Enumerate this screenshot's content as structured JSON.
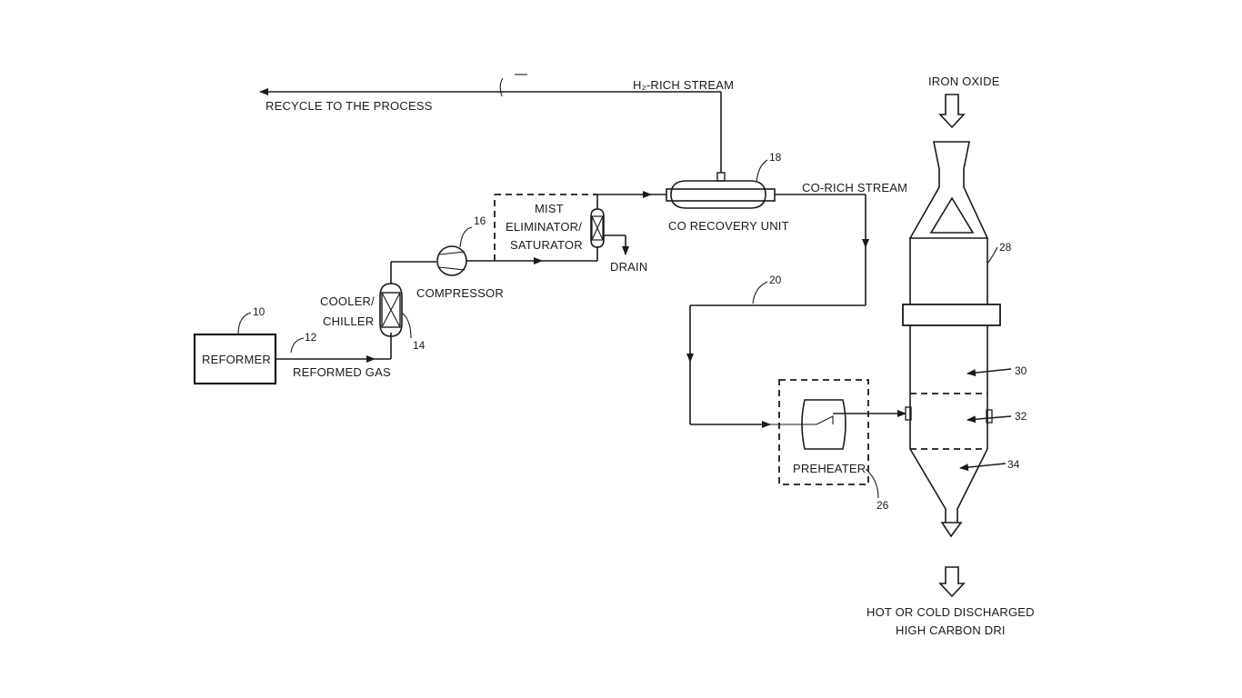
{
  "labels": {
    "recycle": "RECYCLE TO THE PROCESS",
    "h2_rich": "H₂-RICH STREAM",
    "iron_oxide": "IRON OXIDE",
    "co_rich": "CO-RICH STREAM",
    "co_recovery": "CO RECOVERY UNIT",
    "mist_1": "MIST",
    "mist_2": "ELIMINATOR/",
    "mist_3": "SATURATOR",
    "drain": "DRAIN",
    "compressor": "COMPRESSOR",
    "cooler_1": "COOLER/",
    "cooler_2": "CHILLER",
    "reformer": "REFORMER",
    "reformed_gas": "REFORMED GAS",
    "preheater": "PREHEATER",
    "discharge_1": "HOT OR COLD DISCHARGED",
    "discharge_2": "HIGH CARBON DRI"
  },
  "refs": {
    "r10": "10",
    "r12": "12",
    "r14": "14",
    "r16": "16",
    "r18": "18",
    "r20": "20",
    "r26": "26",
    "r28": "28",
    "r30": "30",
    "r32": "32",
    "r34": "34"
  }
}
